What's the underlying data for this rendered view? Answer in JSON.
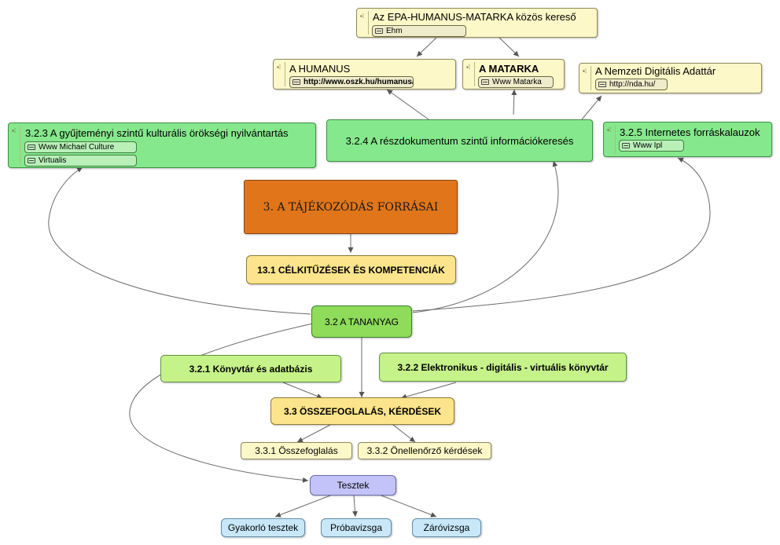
{
  "central": {
    "label": "3. A TÁJÉKOZÓDÁS FORRÁSAI"
  },
  "celkitu": {
    "label": "13.1  CÉLKITŰZÉSEK ÉS KOMPETENCIÁK"
  },
  "tananyag": {
    "label": "3.2  A TANANYAG"
  },
  "konyvtar": {
    "label": "3.2.1 Könyvtár és adatbázis"
  },
  "elektronikus": {
    "label": "3.2.2 Elektronikus - digitális - virtuális könyvtár"
  },
  "gyujtemenyi": {
    "label": "3.2.3 A gyűjteményi szintű kulturális örökségi nyilvántartás",
    "links": [
      "Www Michael Culture",
      "Virtualis"
    ]
  },
  "reszdok": {
    "label": "3.2.4 A részdokumentum szintű információkeresés"
  },
  "internetes": {
    "label": "3.2.5 Internetes forráskalauzok",
    "links": [
      "Www Ipl"
    ]
  },
  "epa": {
    "label": "Az EPA-HUMANUS-MATARKA közös kereső",
    "links": [
      "Ehm"
    ]
  },
  "humanus": {
    "label": "A HUMANUS",
    "links": [
      "http://www.oszk.hu/humanus/"
    ]
  },
  "matarka": {
    "label": "A MATARKA",
    "links": [
      "Www Matarka"
    ]
  },
  "nemzeti": {
    "label": "A Nemzeti Digitális Adattár",
    "links": [
      "http://nda.hu/"
    ]
  },
  "osszefog": {
    "label": "3.3  ÖSSZEFOGLALÁS, KÉRDÉSEK"
  },
  "osszefoglalas": {
    "label": "3.3.1  Összefoglalás"
  },
  "onellenorzo": {
    "label": "3.3.2  Önellenőrző kérdések"
  },
  "tesztek": {
    "label": "Tesztek"
  },
  "gyakorlo": {
    "label": "Gyakorló tesztek"
  },
  "probavizsga": {
    "label": "Próbavizsga"
  },
  "zarovizsga": {
    "label": "Záróvizsga"
  },
  "colors": {
    "central": "#e0751a",
    "topic_green": "#86e88c",
    "subtopic_lime": "#c6f28a",
    "heading_gold": "#fbe48b",
    "note_yellow": "#fdf8c8",
    "tests_lilac": "#c3c3fa",
    "tests_blue": "#c8e8fa"
  }
}
